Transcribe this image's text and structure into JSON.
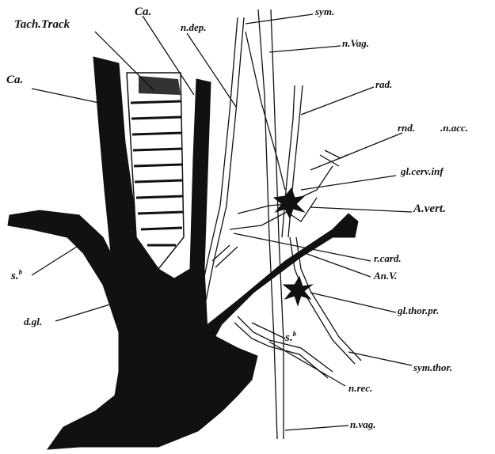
{
  "colors": {
    "ink": "#111111",
    "background": "#ffffff"
  },
  "labels": {
    "tach_track": "Tach.Track",
    "ca_left": "Ca.",
    "ca_top": "Ca.",
    "n_dep": "n.dep.",
    "sym": "sym.",
    "n_vag_top": "n.Vag.",
    "rad": "rad.",
    "rnd": "rnd.",
    "n_acc": ".n.acc.",
    "gl_cerv_inf": "gl.cerv.inf",
    "a_vert": "A.vert.",
    "r_card": "r.card.",
    "an_v": "An.V.",
    "gl_thor_pr": "gl.thor.pr.",
    "sym_thor": "sym.thor.",
    "n_rec": "n.rec.",
    "n_vag_bottom": "n.vag.",
    "sb_left": "s.",
    "sb_left_sup": "b",
    "sb_mid": "s.",
    "sb_mid_sup": "b",
    "d_gl": "d.gl."
  }
}
